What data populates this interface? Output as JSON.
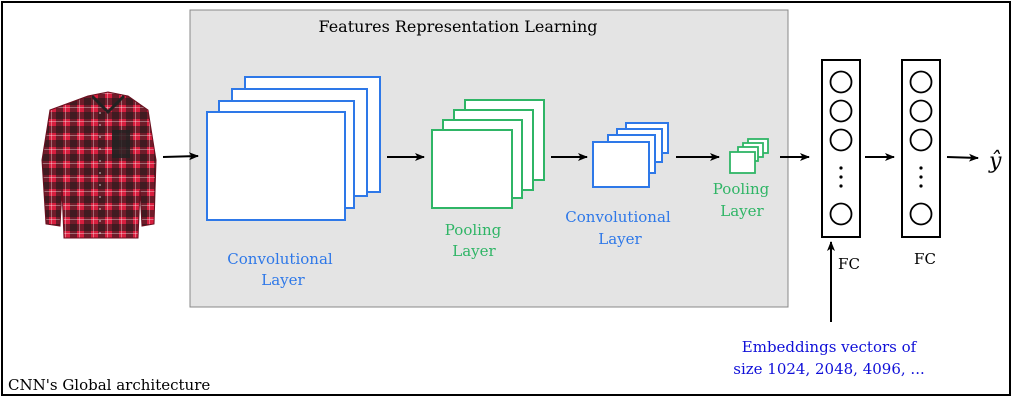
{
  "title": "Features Representation Learning",
  "footer": "CNN's Global architecture",
  "layers": [
    {
      "line1": "Convolutional",
      "line2": "Layer"
    },
    {
      "line1": "Pooling",
      "line2": "Layer"
    },
    {
      "line1": "Convolutional",
      "line2": "Layer"
    },
    {
      "line1": "Pooling",
      "line2": "Layer"
    }
  ],
  "fc_labels": [
    "FC",
    "FC"
  ],
  "output_symbol": "ŷ",
  "embedding_note": {
    "line1": "Embeddings vectors of",
    "line2": "size 1024, 2048, 4096, ..."
  },
  "colors": {
    "convolutional": "#2e78e8",
    "pooling": "#2fb566",
    "embedding_text": "#1010d8",
    "feature_panel": "#e4e4e4",
    "shirt": "#d81e3e"
  },
  "input_image": "plaid-shirt"
}
